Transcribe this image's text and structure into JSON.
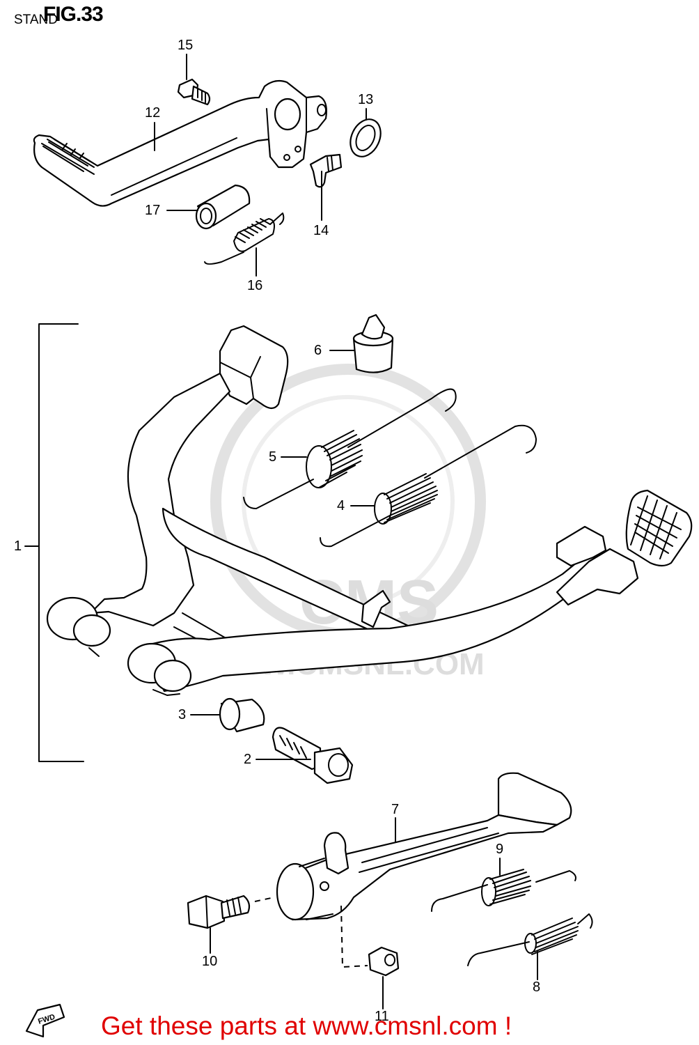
{
  "figure": {
    "title": "FIG.33",
    "subtitle": "STAND"
  },
  "callouts": [
    {
      "id": "1",
      "label": "1"
    },
    {
      "id": "2",
      "label": "2"
    },
    {
      "id": "3",
      "label": "3"
    },
    {
      "id": "4",
      "label": "4"
    },
    {
      "id": "5",
      "label": "5"
    },
    {
      "id": "6",
      "label": "6"
    },
    {
      "id": "7",
      "label": "7"
    },
    {
      "id": "8",
      "label": "8"
    },
    {
      "id": "9",
      "label": "9"
    },
    {
      "id": "10",
      "label": "10"
    },
    {
      "id": "11",
      "label": "11"
    },
    {
      "id": "12",
      "label": "12"
    },
    {
      "id": "13",
      "label": "13"
    },
    {
      "id": "14",
      "label": "14"
    },
    {
      "id": "15",
      "label": "15"
    },
    {
      "id": "16",
      "label": "16"
    },
    {
      "id": "17",
      "label": "17"
    }
  ],
  "watermark": {
    "brand": "CMS",
    "url": "WWW.CMSNL.COM"
  },
  "fwd_badge": "FWD",
  "footer": {
    "text": "Get these parts at www.cmsnl.com !"
  },
  "colors": {
    "line": "#000000",
    "watermark": "#dddddd",
    "footer": "#e00000"
  }
}
